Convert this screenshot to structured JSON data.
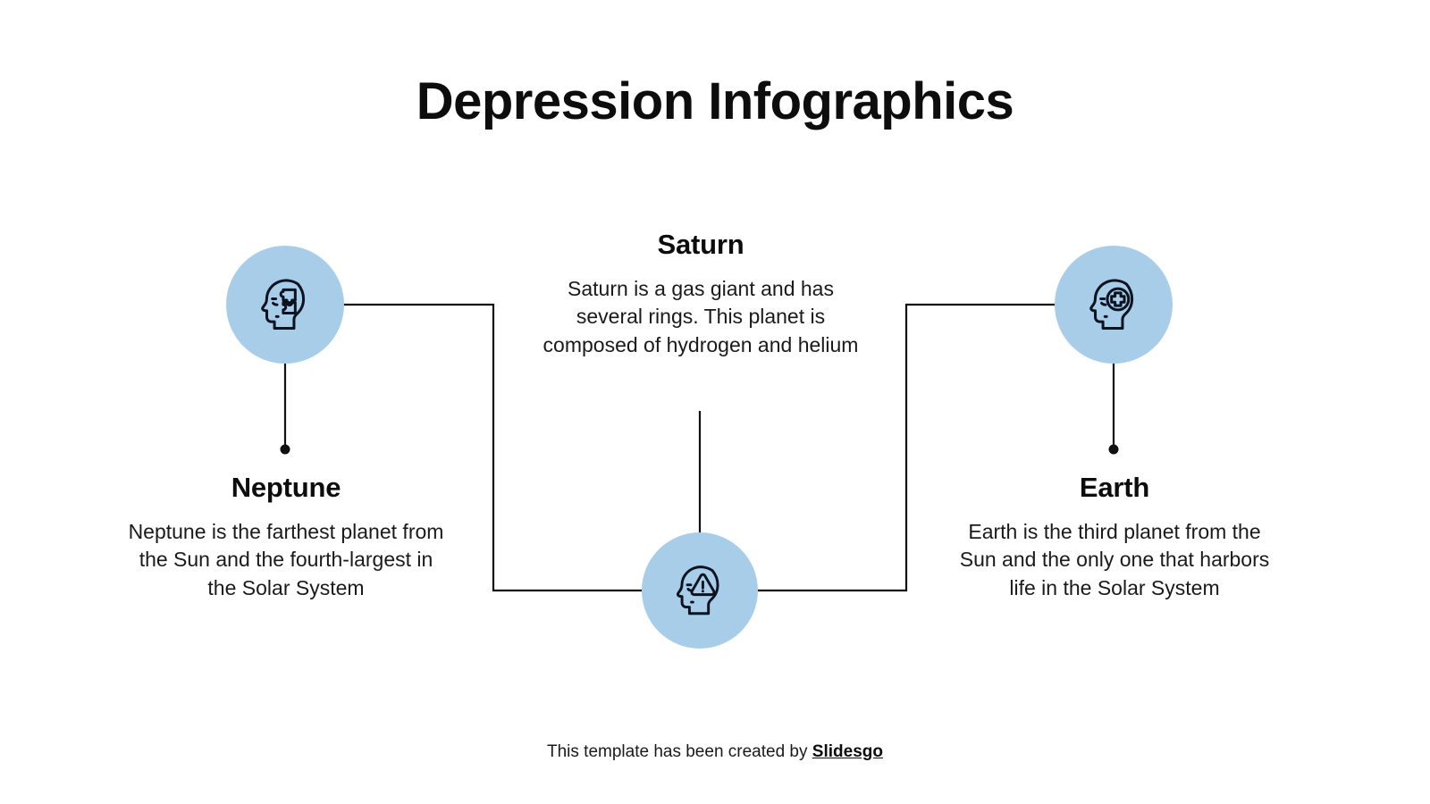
{
  "slide": {
    "title": "Depression Infographics",
    "background_color": "#ffffff",
    "accent_color": "#a8cde9",
    "line_color": "#111111",
    "text_color": "#1a1a1a"
  },
  "nodes": [
    {
      "id": "neptune",
      "heading": "Neptune",
      "body": "Neptune is the farthest planet from the Sun and the fourth-largest in the Solar System",
      "icon": "head-puzzle-icon",
      "circle_color": "#a8cde9"
    },
    {
      "id": "saturn",
      "heading": "Saturn",
      "body": "Saturn is a gas giant and has several rings. This planet is composed of hydrogen and helium",
      "icon": "head-warning-icon",
      "circle_color": "#a8cde9"
    },
    {
      "id": "earth",
      "heading": "Earth",
      "body": "Earth is the third planet from the Sun and the only one that harbors life in the Solar System",
      "icon": "head-medical-cross-icon",
      "circle_color": "#a8cde9"
    }
  ],
  "footer": {
    "prefix": "This template has been created by ",
    "brand": "Slidesgo"
  }
}
